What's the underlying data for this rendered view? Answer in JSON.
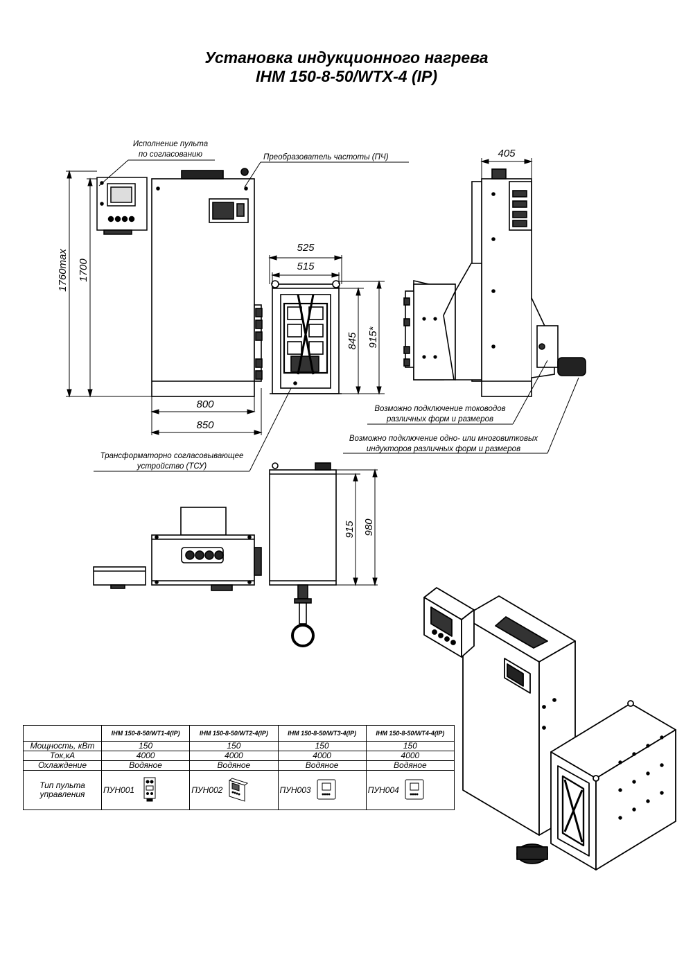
{
  "title": {
    "line1": "Установка индукционного нагрева",
    "line2": "IНМ 150-8-50/WTX-4 (IP)"
  },
  "callouts": {
    "remote": "Исполнение пульта",
    "remote2": "по согласованию",
    "converter": "Преобразователь частоты (ПЧ)",
    "tsu1": "Трансформаторно согласовывающее",
    "tsu2": "устройство (ТСУ)",
    "leads1": "Возможно подключение тоководов",
    "leads2": "различных форм и размеров",
    "inductors1": "Возможно подключение одно- или многовитковых",
    "inductors2": "индукторов различных форм и размеров"
  },
  "dimensions": {
    "h_max": "1760max",
    "h": "1700",
    "w800": "800",
    "w850": "850",
    "w525": "525",
    "w515": "515",
    "h845": "845",
    "h915s": "915*",
    "w405": "405",
    "h915": "915",
    "h980": "980"
  },
  "table": {
    "headers": [
      "",
      "IНМ 150-8-50/WT1-4(IP)",
      "IНМ 150-8-50/WT2-4(IP)",
      "IНМ 150-8-50/WT3-4(IP)",
      "IНМ 150-8-50/WT4-4(IP)"
    ],
    "rows": [
      {
        "label": "Мощность, кВт",
        "values": [
          "150",
          "150",
          "150",
          "150"
        ]
      },
      {
        "label": "Ток,кА",
        "values": [
          "4000",
          "4000",
          "4000",
          "4000"
        ]
      },
      {
        "label": "Охлаждение",
        "values": [
          "Водяное",
          "Водяное",
          "Водяное",
          "Водяное"
        ]
      }
    ],
    "remote_label1": "Тип пульта",
    "remote_label2": "управления",
    "remotes": [
      "ПУН001",
      "ПУН002",
      "ПУН003",
      "ПУН004"
    ]
  }
}
